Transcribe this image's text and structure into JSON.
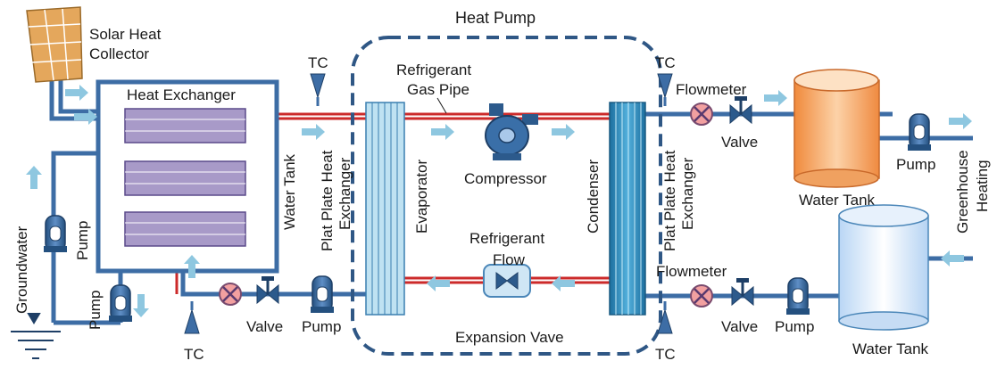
{
  "labels": {
    "heat_pump": "Heat Pump",
    "solar_line1": "Solar Heat",
    "solar_line2": "Collector",
    "heat_exchanger": "Heat Exchanger",
    "tc": "TC",
    "refrigerant_gas_line1": "Refrigerant",
    "refrigerant_gas_line2": "Gas Pipe",
    "flowmeter": "Flowmeter",
    "valve": "Valve",
    "pump": "Pump",
    "water_tank": "Water Tank",
    "plate_hx_line1": "Plat Plate Heat",
    "plate_hx_line2": "Exchanger",
    "evaporator": "Evaporator",
    "compressor": "Compressor",
    "condenser": "Condenser",
    "refrigerant_flow_line1": "Refrigerant",
    "refrigerant_flow_line2": "Flow",
    "expansion_valve": "Expansion Vave",
    "groundwater": "Groundwater",
    "greenhouse_line1": "Greenhouse",
    "greenhouse_line2": "Heating"
  },
  "colors": {
    "pipe_blue": "#3d6da5",
    "pipe_red": "#cc2a2a",
    "arrow": "#8ec7e0",
    "hx_coil": "#a89ac8",
    "tank_orange": "#f6b27a",
    "tank_blue": "#d6e8fb",
    "evaporator": "#bfe2f2",
    "condenser": "#2d87b8",
    "dashed": "#2f5785"
  }
}
